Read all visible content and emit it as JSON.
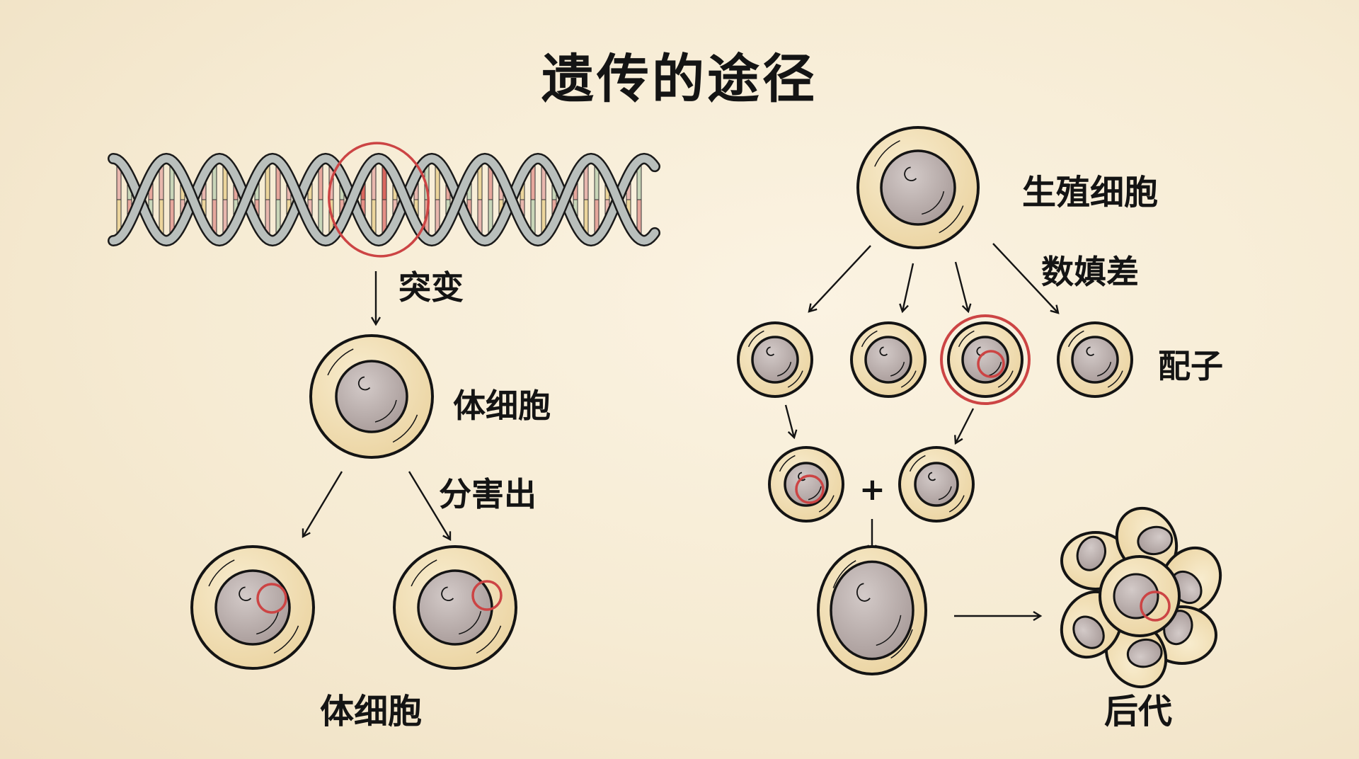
{
  "title": "遗传的途径",
  "left_path": {
    "dna_label": "突变",
    "somatic_cell_label": "体细胞",
    "division_label": "分害出",
    "daughter_cells_label": "体细胞"
  },
  "right_path": {
    "germ_cell_label": "生殖细胞",
    "meiosis_label": "数嫃差",
    "gametes_label": "配子",
    "fusion_symbol": "+",
    "offspring_label": "后代"
  },
  "colors": {
    "ink": "#141414",
    "cytoplasm": "#f1dfb4",
    "nucleus": "#b9adab",
    "mutation_marker": "#cc4444",
    "dna_strand": "#b9bfbc",
    "paper": "#f6ebd3"
  }
}
